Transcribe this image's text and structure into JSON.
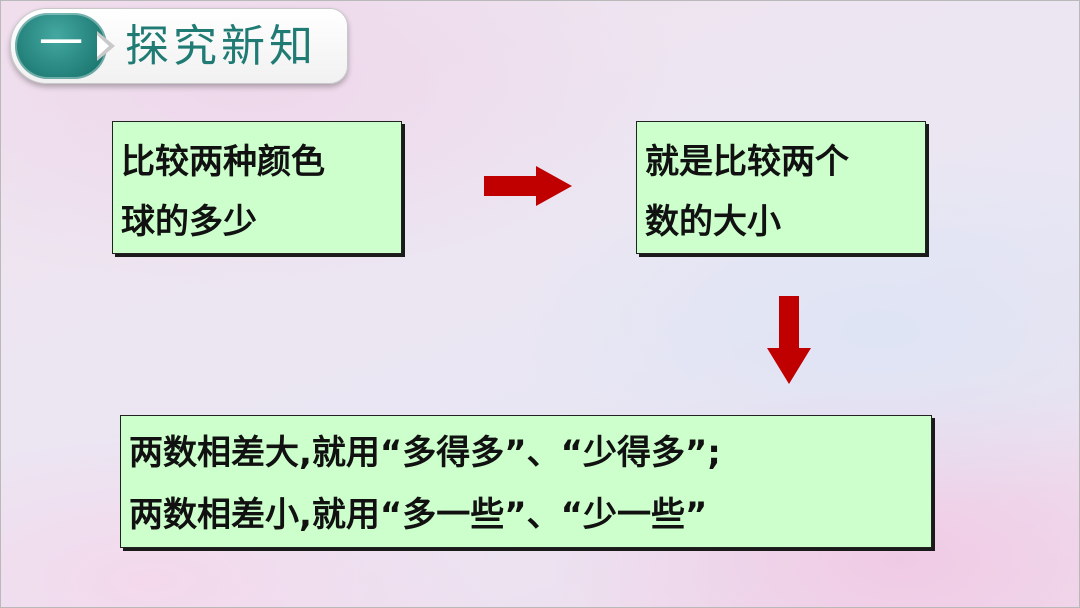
{
  "header": {
    "number": "一",
    "title": "探究新知"
  },
  "box_left": {
    "line1": "比较两种颜色",
    "line2": "球的多少"
  },
  "box_right": {
    "line1": "就是比较两个",
    "line2": "数的大小"
  },
  "box_bottom": {
    "line1": "两数相差大,就用“多得多”、“少得多”;",
    "line2": "两数相差小,就用“多一些”、“少一些”"
  },
  "colors": {
    "accent_teal": "#1f7b74",
    "box_fill": "#ccffcc",
    "arrow_red": "#c00000"
  },
  "icons": {
    "right_arrow": "arrow-right-icon",
    "down_arrow": "arrow-down-icon"
  }
}
